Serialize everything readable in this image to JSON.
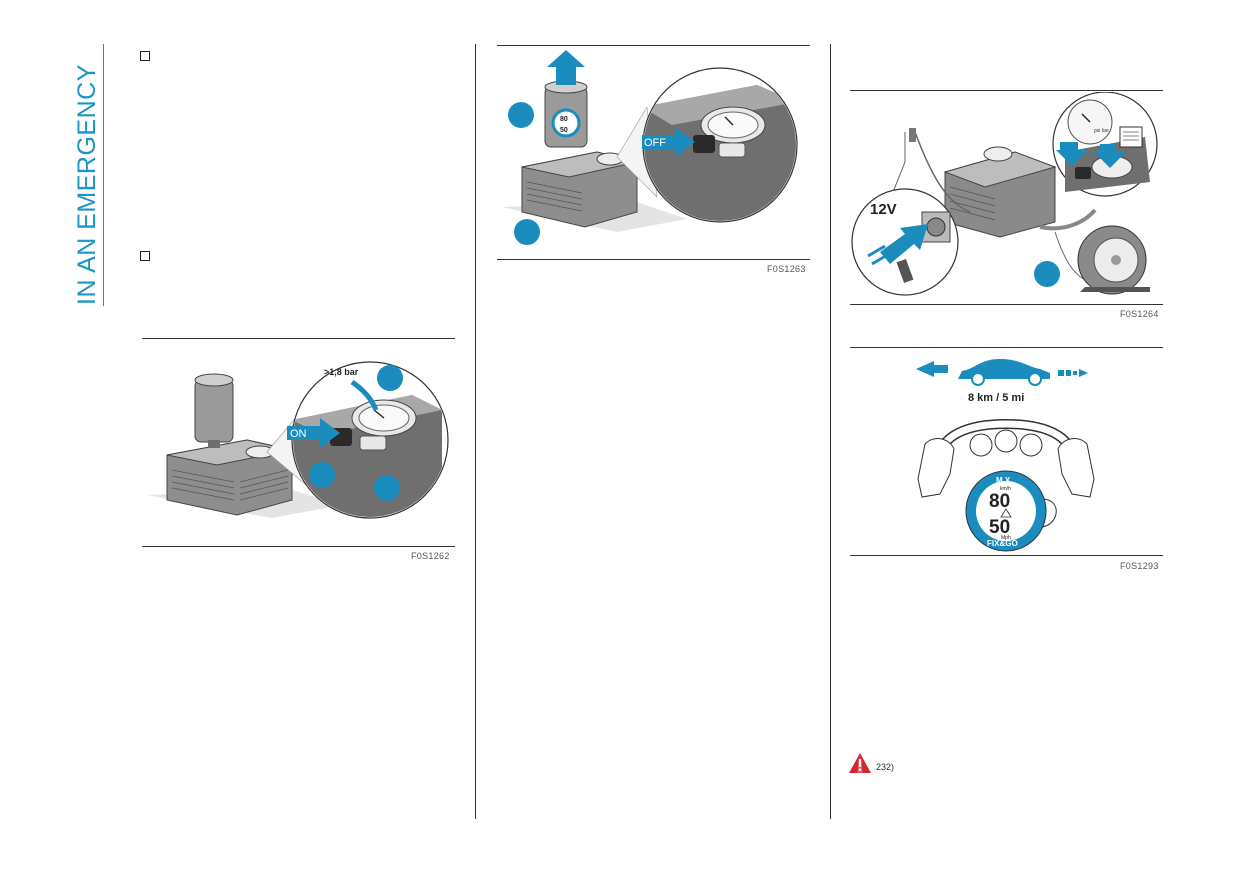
{
  "page": {
    "section_title": "IN AN EMERGENCY"
  },
  "figures": {
    "f1262": {
      "code": "F0S1262",
      "pressure_label": ">1,8 bar",
      "on_label": "ON"
    },
    "f1263": {
      "code": "F0S1263",
      "off_label": "OFF",
      "badge_top": "80",
      "badge_bottom": "50"
    },
    "f1264": {
      "code": "F0S1264",
      "voltage_label": "12V",
      "gauge_unit": "psi bar"
    },
    "f1293": {
      "code": "F0S1293",
      "distance_label": "8 km / 5 mi",
      "max_label": "M X",
      "speed_kmh": "80",
      "kmh_unit": "km/h",
      "speed_mph": "50",
      "mph_unit": "Mph",
      "brand": "FIX&GO"
    }
  },
  "warning": {
    "ref": "232)"
  },
  "colors": {
    "accent": "#1b96c4",
    "badge_blue": "#1a8cbe",
    "warning_red": "#d8262e"
  }
}
